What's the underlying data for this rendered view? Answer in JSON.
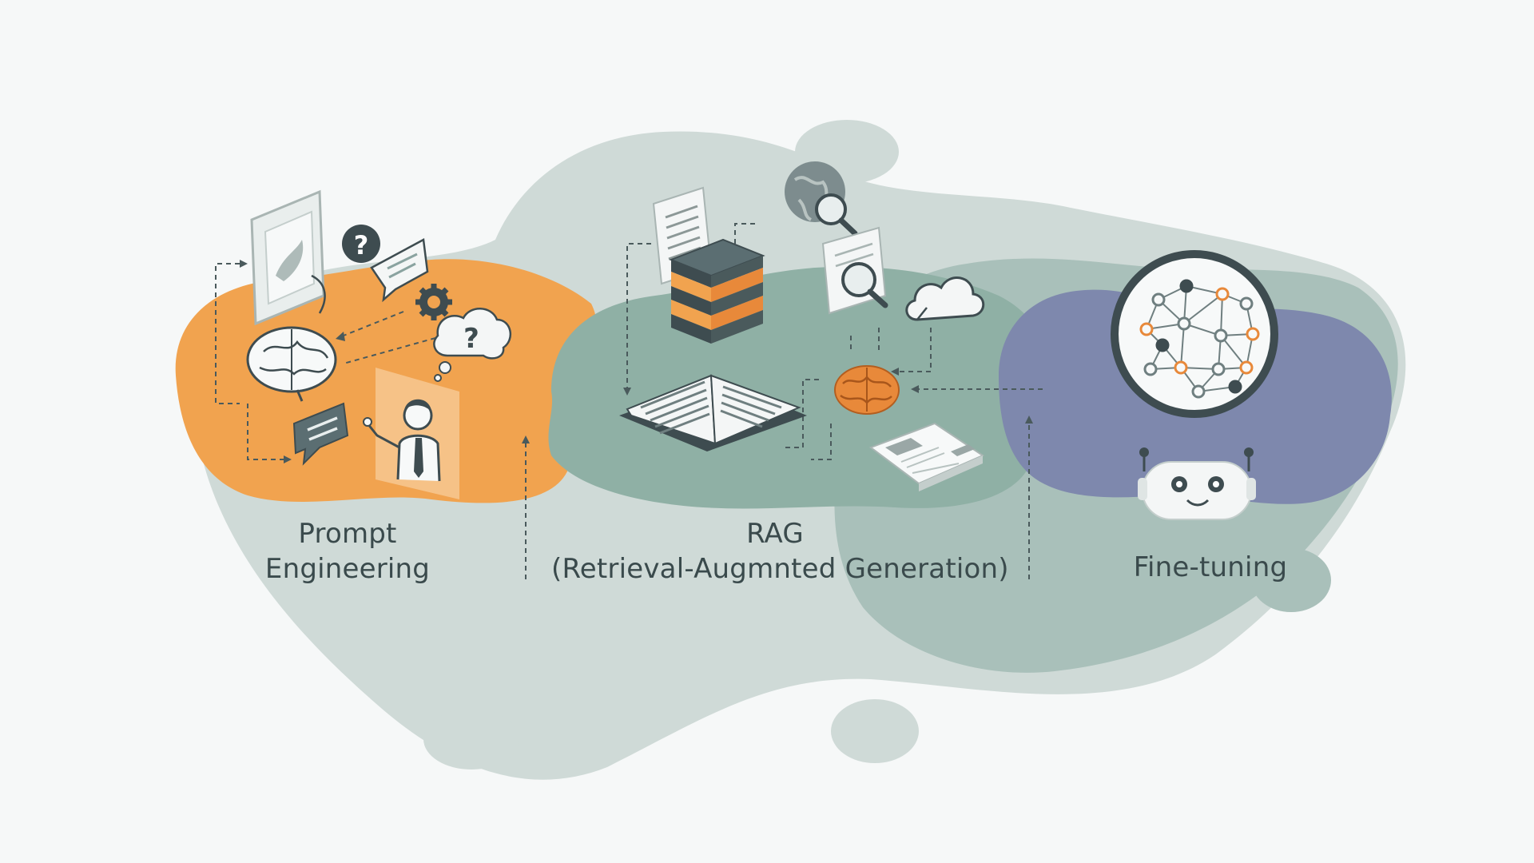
{
  "sections": [
    {
      "id": "prompt",
      "title_line1": "Prompt",
      "title_line2": "Engineering"
    },
    {
      "id": "rag",
      "title_line1": "RAG",
      "title_line2": "(Retrieval-Augmnted Generation)"
    },
    {
      "id": "finetune",
      "title_line1": "Fine-tuning"
    }
  ],
  "icons": {
    "prompt": [
      "image-card-icon",
      "question-bubble-icon",
      "text-bubble-icon",
      "gear-icon",
      "brain-icon",
      "question-cloud-icon",
      "chat-bubble-icon",
      "presenter-person-icon"
    ],
    "rag": [
      "document-icon",
      "database-stack-icon",
      "globe-search-icon",
      "document-search-icon",
      "cloud-icon",
      "open-book-icon",
      "brain-icon",
      "newspaper-icon"
    ],
    "finetune": [
      "neural-network-icon",
      "robot-icon"
    ]
  },
  "colors": {
    "background": "#f6f8f8",
    "blob_light": "#cdd9d6",
    "blob_mid": "#9fb8b2",
    "orange": "#f1a34f",
    "teal": "#8fb0a5",
    "purple": "#7b86ad",
    "dark": "#3e4c50",
    "icon_orange": "#e8893a"
  }
}
